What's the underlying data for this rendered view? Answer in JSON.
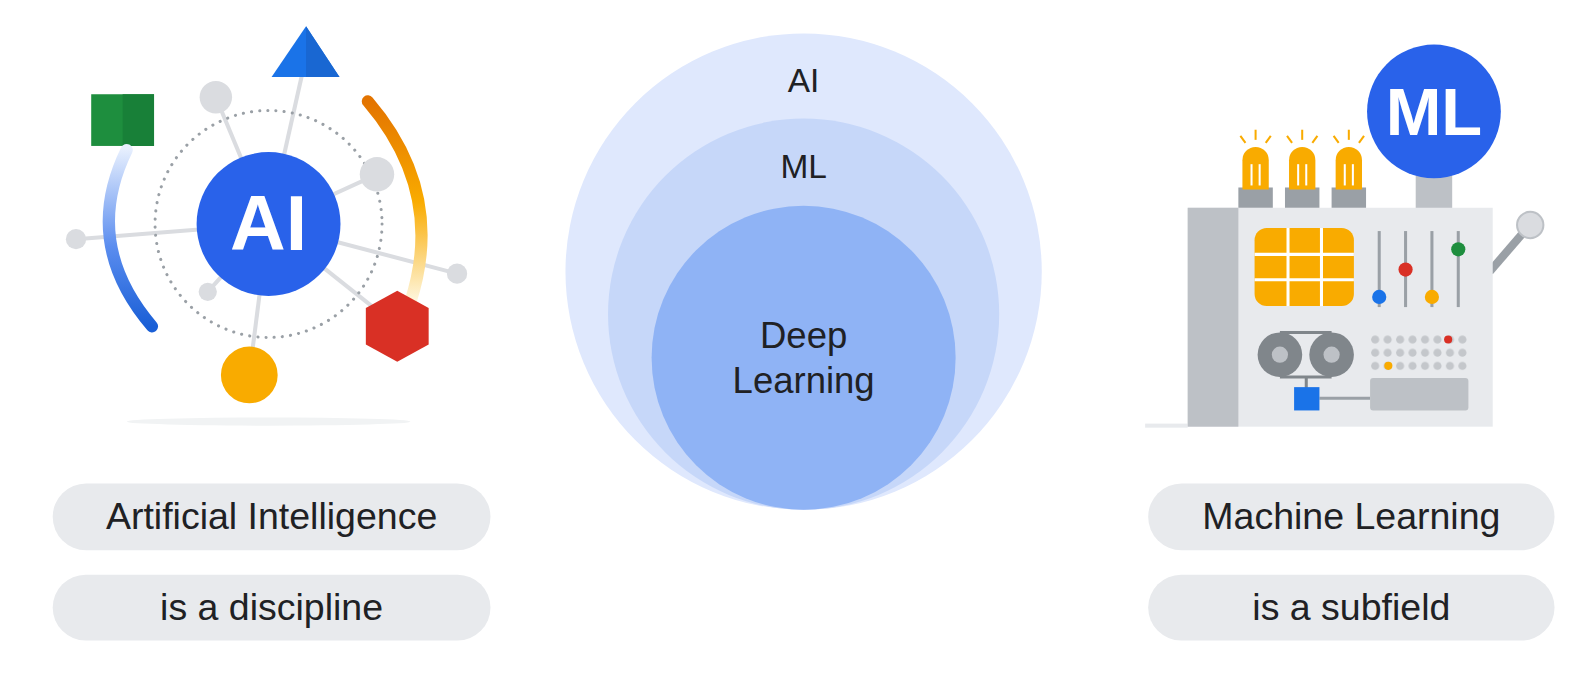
{
  "diagram": {
    "nodes": [
      {
        "text": [
          "AI"
        ]
      },
      {
        "text": [
          "Artificial Intelligence"
        ]
      },
      {
        "text": [
          "is a discipline"
        ]
      },
      {
        "text": [
          "AI"
        ]
      },
      {
        "text": [
          "ML"
        ],
        "in": 3
      },
      {
        "text": [
          "Deep Learning"
        ],
        "in": 4
      },
      {
        "text": [
          "ML"
        ]
      },
      {
        "text": [
          "Machine Learning"
        ]
      },
      {
        "text": [
          "is a subfield"
        ]
      }
    ],
    "edges": []
  }
}
